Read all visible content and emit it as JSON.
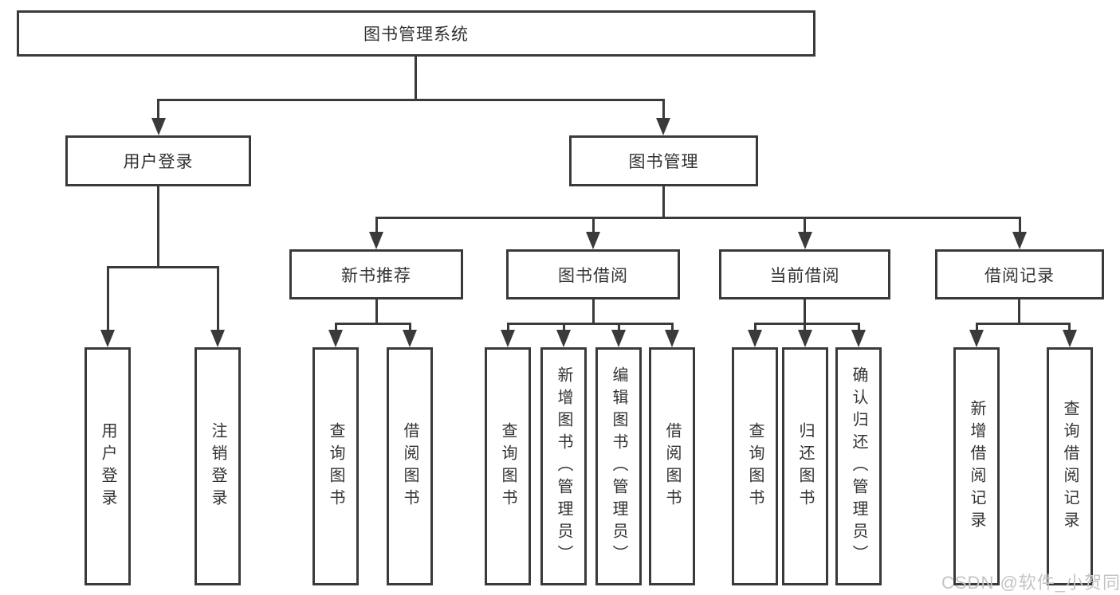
{
  "title": {
    "label": "图书管理系统"
  },
  "nodes": {
    "user_login": "用户登录",
    "book_mgmt": "图书管理",
    "new_book_rec": "新书推荐",
    "book_borrow": "图书借阅",
    "current_borrow": "当前借阅",
    "borrow_record": "借阅记录",
    "leaf_user_login": "用户登录",
    "leaf_logout": "注销登录",
    "leaf_nb_query": "查询图书",
    "leaf_nb_borrow": "借阅图书",
    "leaf_bb_query": "查询图书",
    "leaf_bb_add": "新增图书（管理员）",
    "leaf_bb_edit": "编辑图书（管理员）",
    "leaf_bb_borrow": "借阅图书",
    "leaf_cb_query": "查询图书",
    "leaf_cb_return": "归还图书",
    "leaf_cb_confirm": "确认归还（管理员）",
    "leaf_br_add": "新增借阅记录",
    "leaf_br_query": "查询借阅记录"
  },
  "watermark": {
    "label": "CSDN @软件_小贺同学"
  },
  "colors": {
    "line": "#3a3a3a",
    "text": "#333333",
    "watermark": "#c4c4c4",
    "background": "#ffffff"
  }
}
